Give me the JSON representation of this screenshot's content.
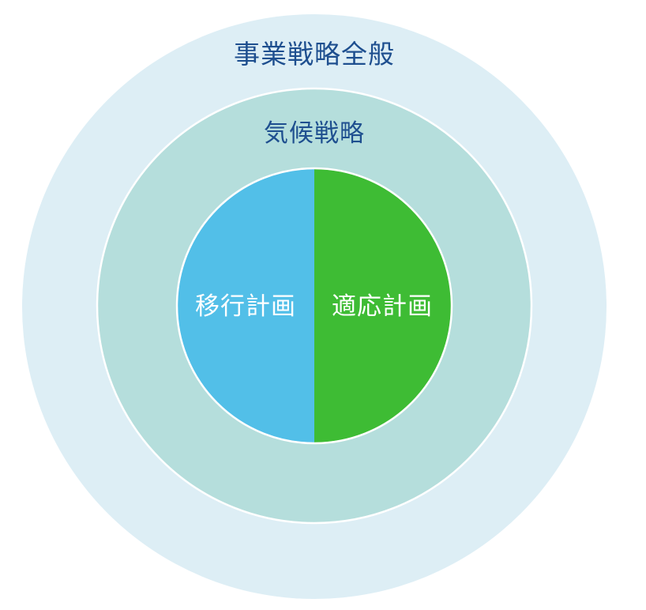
{
  "diagram": {
    "type": "nested-circles",
    "outer": {
      "label": "事業戦略全般",
      "color": "#DDEEF5",
      "text_color": "#1E4F8F"
    },
    "middle": {
      "label": "気候戦略",
      "color": "#B5DEDC",
      "text_color": "#1E4F8F"
    },
    "inner": {
      "left": {
        "label": "移行計画",
        "color": "#52BFE8",
        "text_color": "#FFFFFF"
      },
      "right": {
        "label": "適応計画",
        "color": "#3EBC34",
        "text_color": "#FFFFFF"
      }
    },
    "stroke_color": "#FFFFFF"
  }
}
